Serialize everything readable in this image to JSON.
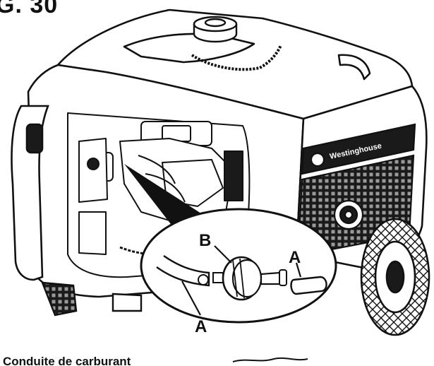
{
  "figure": {
    "title": "G. 30",
    "caption": "Conduite de carburant"
  },
  "brand": {
    "name": "Westinghouse"
  },
  "callouts": {
    "a_upper": "A",
    "a_lower": "A",
    "b": "B"
  },
  "colors": {
    "line": "#111111",
    "fill": "#ffffff",
    "dark": "#1a1a1a",
    "gray": "#9a9a9a"
  }
}
